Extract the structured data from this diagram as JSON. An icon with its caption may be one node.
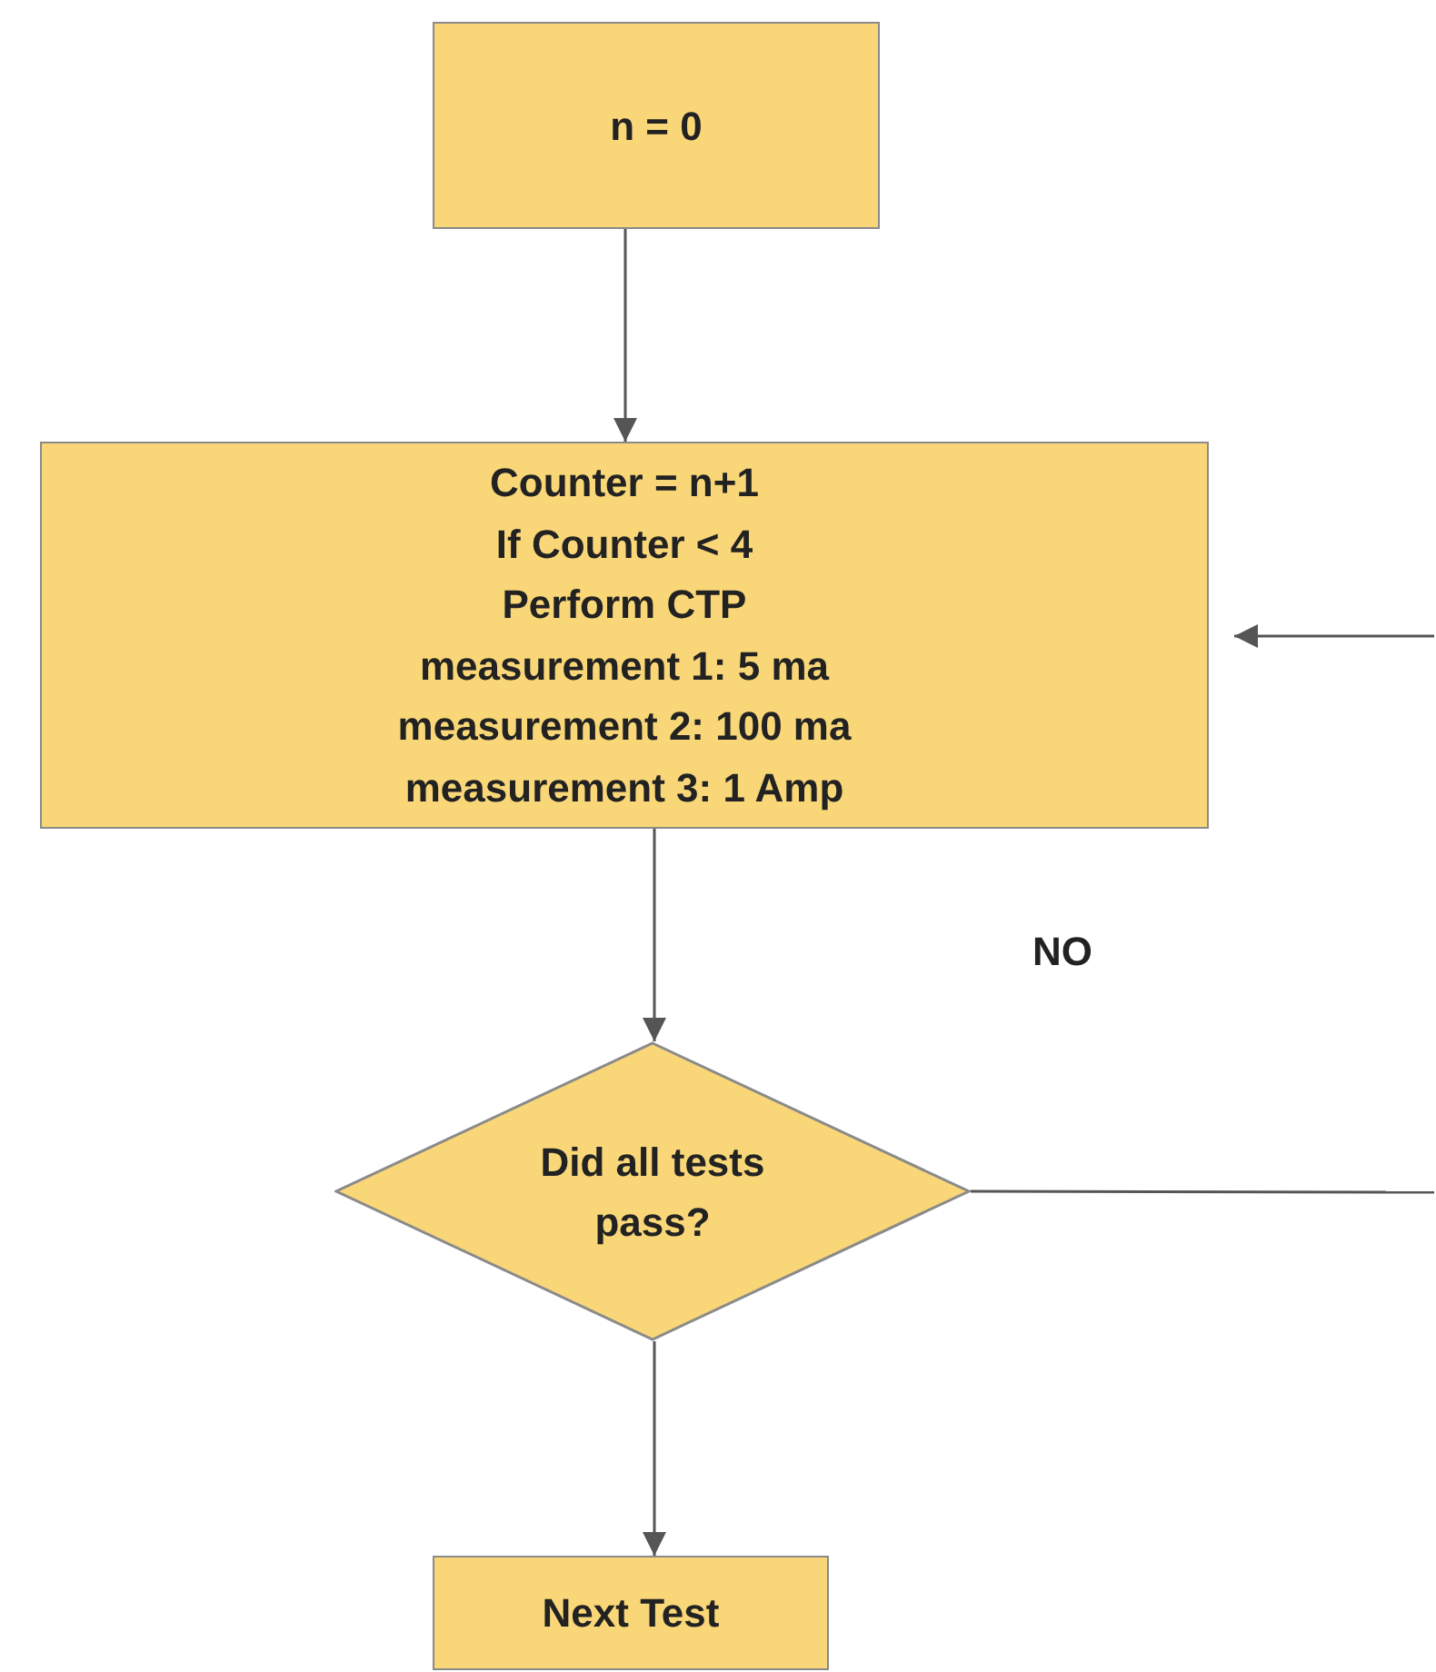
{
  "diagram": {
    "nodes": [
      {
        "text": [
          "n = 0"
        ]
      },
      {
        "text": [
          "Counter = n+1",
          "If  Counter < 4",
          "Perform CTP",
          "measurement 1: 5 ma",
          "measurement 2: 100 ma",
          "measurement 3: 1 Amp"
        ]
      },
      {
        "text": [
          "Did all tests pass?"
        ]
      },
      {
        "text": [
          "Next Test"
        ]
      }
    ],
    "edges": [
      {
        "from": 0,
        "to": 1,
        "arrow": "to"
      },
      {
        "from": 1,
        "to": 2,
        "arrow": "to"
      },
      {
        "from": 2,
        "to": 3,
        "arrow": "to"
      },
      {
        "from": 2,
        "to": null,
        "arrow": "none"
      },
      {
        "from": null,
        "to": 1,
        "arrow": "to"
      }
    ],
    "labels": [
      "NO"
    ]
  }
}
